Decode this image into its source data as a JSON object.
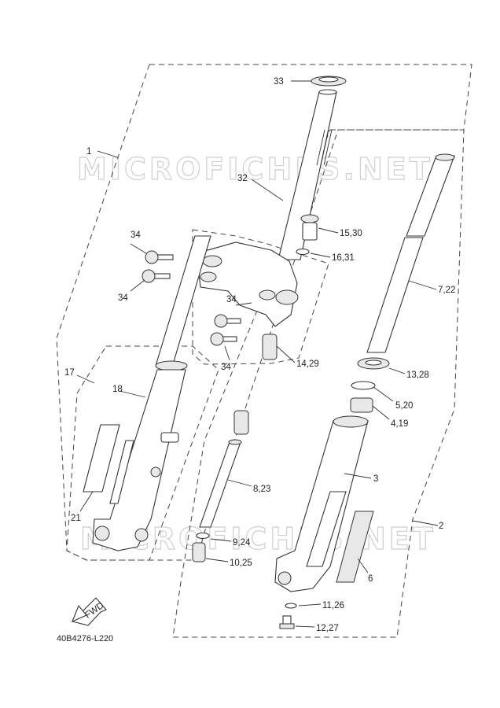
{
  "watermarks": [
    "MICROFICHES.NET",
    "MICROFICHES.NET"
  ],
  "reference": "40B4276-L220",
  "fwd_label": "FWD",
  "callouts": [
    {
      "id": "c1",
      "text": "1"
    },
    {
      "id": "c2",
      "text": "2"
    },
    {
      "id": "c3",
      "text": "3"
    },
    {
      "id": "c4",
      "text": "4,19"
    },
    {
      "id": "c5",
      "text": "5,20"
    },
    {
      "id": "c6",
      "text": "6"
    },
    {
      "id": "c7",
      "text": "7,22"
    },
    {
      "id": "c8",
      "text": "8,23"
    },
    {
      "id": "c9",
      "text": "9,24"
    },
    {
      "id": "c10",
      "text": "10,25"
    },
    {
      "id": "c11",
      "text": "11,26"
    },
    {
      "id": "c12",
      "text": "12,27"
    },
    {
      "id": "c13",
      "text": "13,28"
    },
    {
      "id": "c14",
      "text": "14,29"
    },
    {
      "id": "c15",
      "text": "15,30"
    },
    {
      "id": "c16",
      "text": "16,31"
    },
    {
      "id": "c17",
      "text": "17"
    },
    {
      "id": "c18",
      "text": "18"
    },
    {
      "id": "c21",
      "text": "21"
    },
    {
      "id": "c32",
      "text": "32"
    },
    {
      "id": "c33",
      "text": "33"
    },
    {
      "id": "c34a",
      "text": "34"
    },
    {
      "id": "c34b",
      "text": "34"
    },
    {
      "id": "c34c",
      "text": "34"
    },
    {
      "id": "c34d",
      "text": "34"
    }
  ]
}
